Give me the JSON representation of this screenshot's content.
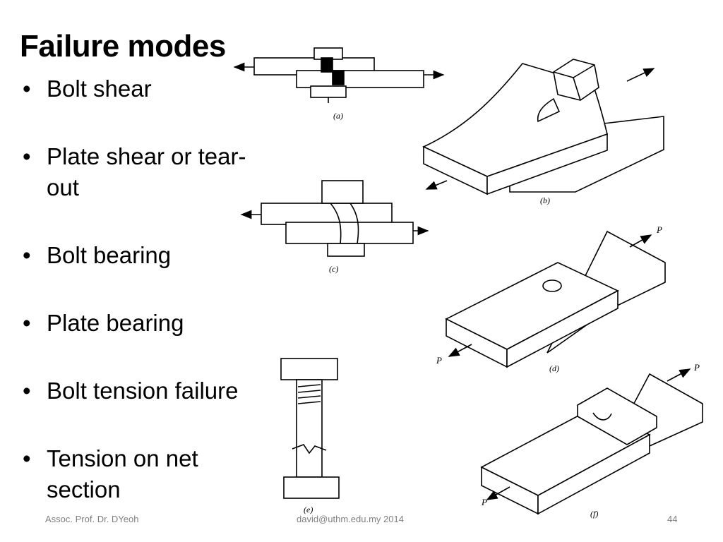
{
  "slide": {
    "title": "Failure modes",
    "bullets": [
      "Bolt shear",
      "Plate shear or tear-out",
      "Bolt bearing",
      "Plate bearing",
      "Bolt tension failure",
      "Tension on net section"
    ]
  },
  "figures": {
    "captions": [
      "(a)",
      "(b)",
      "(c)",
      "(d)",
      "(e)",
      "(f)"
    ],
    "load_label": "P"
  },
  "footer": {
    "author": "Assoc. Prof. Dr. DYeoh",
    "email": "david@uthm.edu.my 2014",
    "page": "44"
  }
}
